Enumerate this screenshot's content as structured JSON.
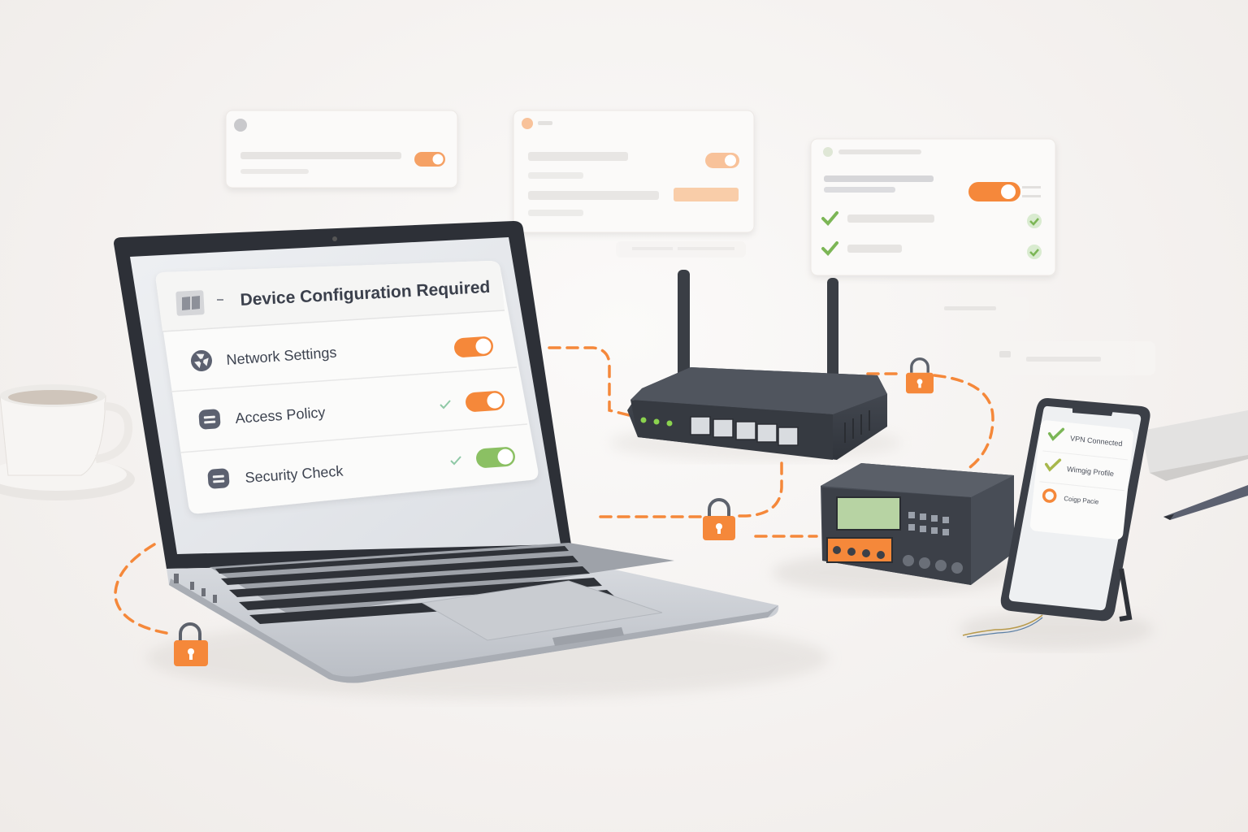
{
  "laptop_dialog": {
    "title": "Device Configuration Required",
    "items": [
      {
        "label": "Network Settings",
        "icon": "fan-icon",
        "status": "",
        "toggle": "on",
        "toggle_color": "#f5883a"
      },
      {
        "label": "Access Policy",
        "icon": "shield-icon",
        "status": "check",
        "toggle": "on",
        "toggle_color": "#f5883a"
      },
      {
        "label": "Security Check",
        "icon": "shield-icon",
        "status": "check",
        "toggle": "on",
        "toggle_color": "#8bc063"
      }
    ]
  },
  "phone_checklist": {
    "items": [
      {
        "label": "VPN Connected",
        "status": "check",
        "color": "#7bb656"
      },
      {
        "label": "Wimgig Profile",
        "status": "check",
        "color": "#a8b84c"
      },
      {
        "label": "Coigp Pacie",
        "status": "pending",
        "color": "#f5883a"
      }
    ]
  },
  "colors": {
    "accent": "#f5883a",
    "success": "#8bc063",
    "device_dark": "#3e434c"
  },
  "icons": [
    "lock-icon",
    "wifi-router-icon",
    "controller-icon",
    "smartphone-icon",
    "laptop-icon",
    "coffee-cup-icon",
    "pen-icon"
  ]
}
